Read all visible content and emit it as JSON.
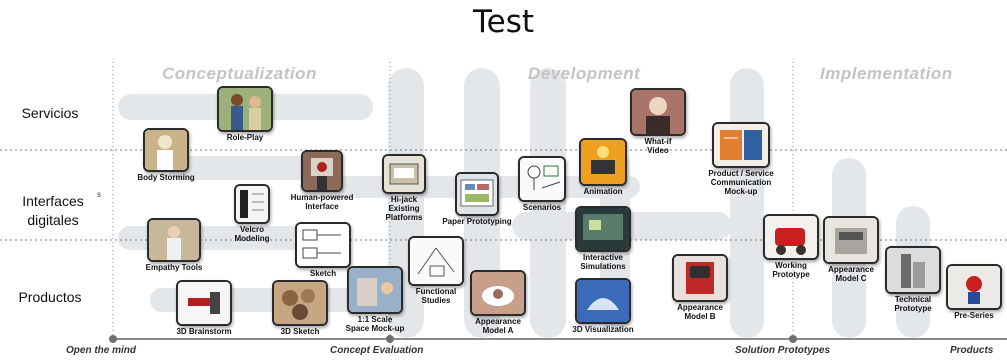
{
  "title": "Test",
  "row_labels": {
    "servicios": "Servicios",
    "interfaces": "Interfaces\ndigitales",
    "productos": "Productos"
  },
  "phases": {
    "conceptualization": "Conceptualization",
    "development": "Development",
    "implementation": "Implementation"
  },
  "milestones": {
    "open_the_mind": "Open the mind",
    "concept_evaluation": "Concept Evaluation",
    "solution_prototypes": "Solution Prototypes",
    "products": "Products"
  },
  "stray_mark": "s",
  "methods": {
    "role_play": "Role-Play",
    "body_storming": "Body Storming",
    "human_powered_interface": "Human-powered\nInterface",
    "velcro_modeling": "Velcro\nModeling",
    "hi_jack": "Hi-jack\nExisting\nPlatforms",
    "paper_prototyping": "Paper Prototyping",
    "scenarios": "Scenarios",
    "animation": "Animation",
    "what_if_video": "What-if\nVideo",
    "communication_mockup": "Product / Service\nCommunication\nMock-up",
    "empathy_tools": "Empathy Tools",
    "sketch": "Sketch",
    "functional_studies": "Functional\nStudies",
    "interactive_simulations": "Interactive\nSimulations",
    "working_prototype": "Working\nPrototype",
    "appearance_model_c": "Appearance\nModel C",
    "three_d_brainstorm": "3D Brainstorm",
    "three_d_sketch": "3D Sketch",
    "scale_mockup": "1:1 Scale\nSpace Mock-up",
    "appearance_model_a": "Appearance\nModel A",
    "three_d_visualization": "3D Visualization",
    "appearance_model_b": "Appearance\nModel B",
    "technical_prototype": "Technical\nPrototype",
    "pre_series": "Pre-Series"
  }
}
